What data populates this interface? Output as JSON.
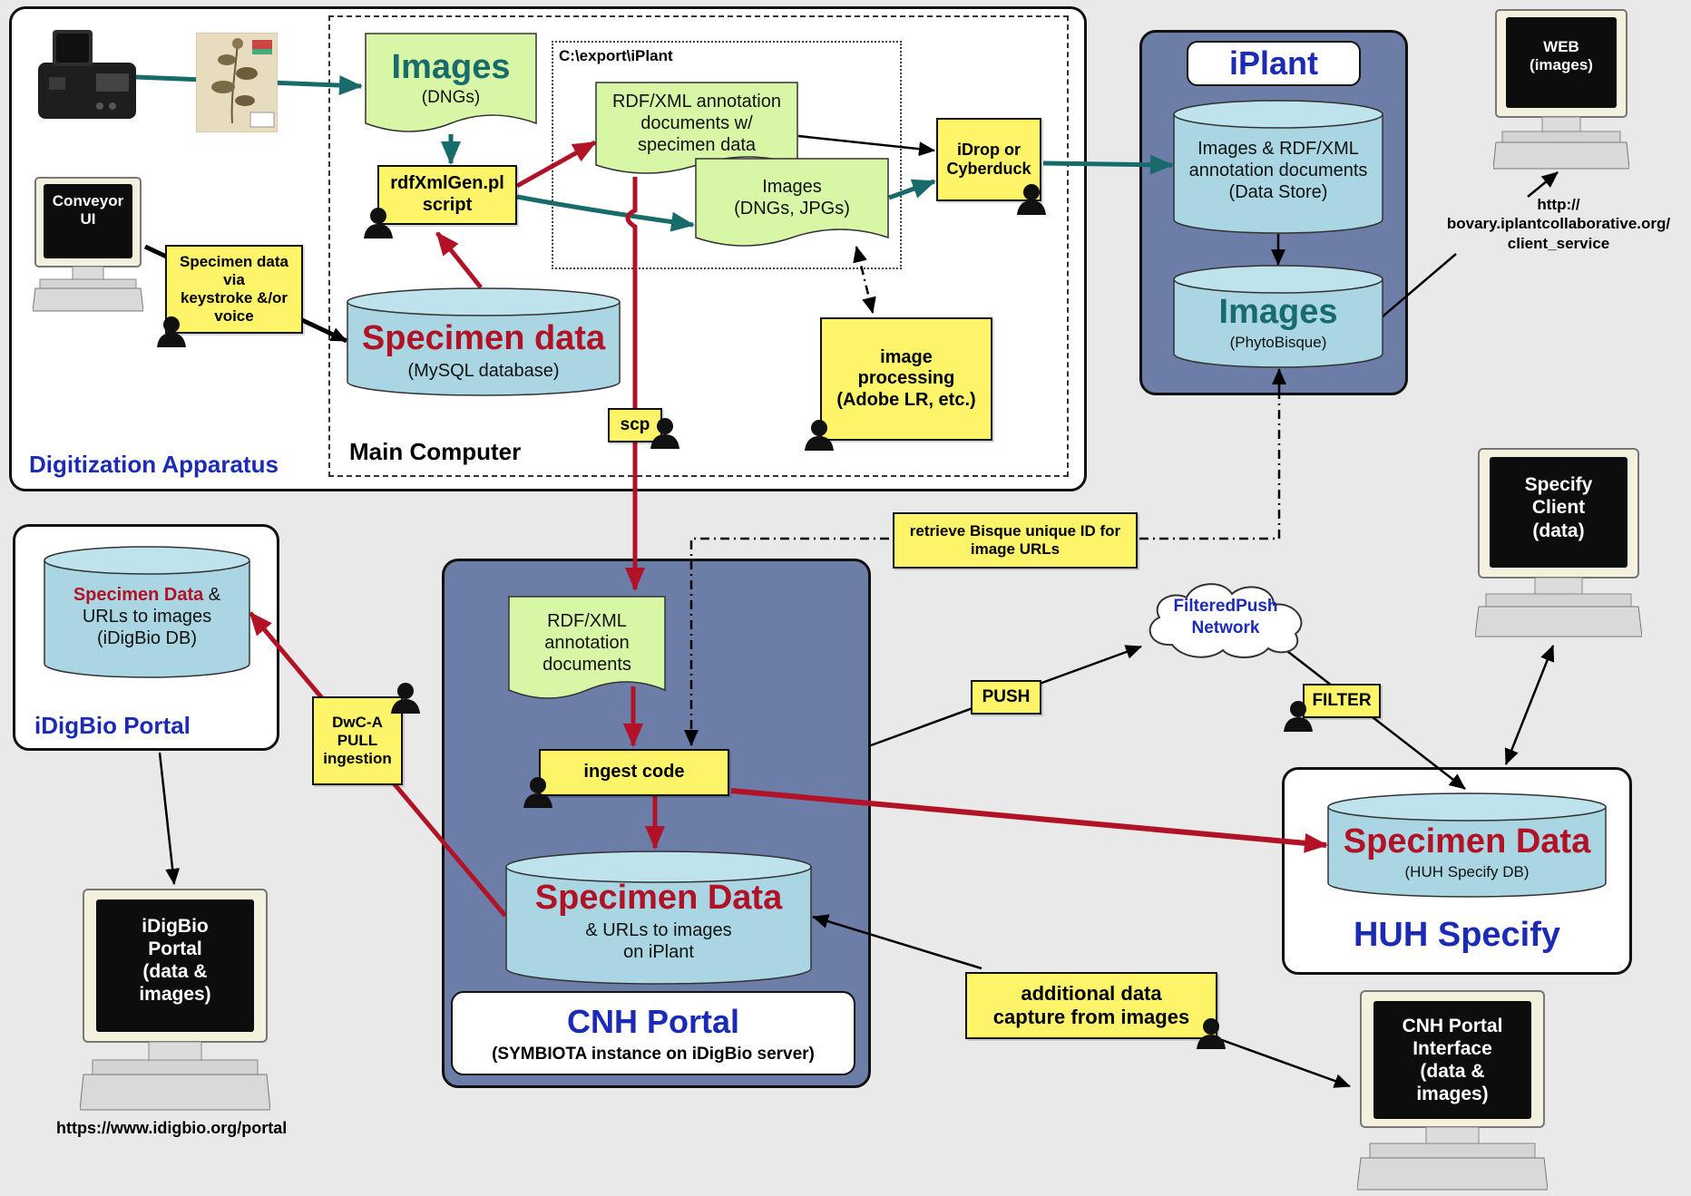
{
  "colors": {
    "teal": "#176b6b",
    "red": "#b11226",
    "title_blue": "#1b2bb5",
    "panel_blue": "#6c7da8",
    "yellow": "#fdf46a",
    "doc_green": "#d8f7a6",
    "db_blue": "#a9d6e2"
  },
  "icons": {
    "camera": "camera-icon",
    "specimen": "herbarium-specimen-icon",
    "person": "person-icon",
    "monitor": "computer-monitor-icon",
    "cloud": "cloud-icon"
  },
  "digitization": {
    "title": "Digitization Apparatus",
    "main_computer": "Main Computer",
    "export_path": "C:\\export\\iPlant",
    "images_doc": {
      "title": "Images",
      "sub": "(DNGs)"
    },
    "rdf_doc": [
      "RDF/XML annotation",
      "documents w/",
      "specimen data"
    ],
    "images2_doc": [
      "Images",
      "(DNGs, JPGs)"
    ],
    "script_box": [
      "rdfXmlGen.pl",
      "script"
    ],
    "idrop_box": [
      "iDrop or",
      "Cyberduck"
    ],
    "specimen_db": {
      "title": "Specimen data",
      "sub": "(MySQL database)"
    },
    "image_proc_box": [
      "image",
      "processing",
      "(Adobe LR, etc.)"
    ],
    "scp_box": "scp",
    "conveyor_monitor": [
      "Conveyor",
      "UI"
    ],
    "specimen_entry_box": [
      "Specimen data",
      "via",
      "keystroke &/or",
      "voice"
    ]
  },
  "iplant": {
    "title": "iPlant",
    "store_db": [
      "Images & RDF/XML",
      "annotation documents",
      "(Data Store)"
    ],
    "images_db": {
      "title": "Images",
      "sub": "(PhytoBisque)"
    },
    "web_monitor": [
      "WEB",
      "(images)"
    ],
    "url": [
      "http://",
      "bovary.iplantcollaborative.org/",
      "client_service"
    ]
  },
  "bisque_box": [
    "retrieve Bisque unique ID for",
    "image URLs"
  ],
  "cnh": {
    "title": "CNH Portal",
    "sub": "(SYMBIOTA instance on iDigBio server)",
    "rdf_doc": [
      "RDF/XML",
      "annotation",
      "documents"
    ],
    "ingest_box": "ingest code",
    "db": {
      "title": "Specimen Data",
      "line2": "& URLs to images",
      "line3": "on iPlant"
    }
  },
  "idigbio": {
    "title": "iDigBio Portal",
    "db": {
      "red": "Specimen Data",
      "rest": " &",
      "line2": "URLs to images",
      "line3": "(iDigBio DB)"
    },
    "dwc_box": [
      "DwC-A",
      "PULL",
      "ingestion"
    ],
    "monitor": [
      "iDigBio",
      "Portal",
      "(data &",
      "images)"
    ],
    "url": "https://www.idigbio.org/portal"
  },
  "filteredpush": {
    "cloud": [
      "FilteredPush",
      "Network"
    ],
    "push_box": "PUSH",
    "filter_box": "FILTER"
  },
  "huh": {
    "title": "HUH Specify",
    "db": {
      "title": "Specimen Data",
      "sub": "(HUH Specify DB)"
    }
  },
  "specify_monitor": [
    "Specify",
    "Client",
    "(data)"
  ],
  "additional_box": [
    "additional data",
    "capture from images"
  ],
  "cnh_monitor": [
    "CNH Portal",
    "Interface",
    "(data &",
    "images)"
  ]
}
